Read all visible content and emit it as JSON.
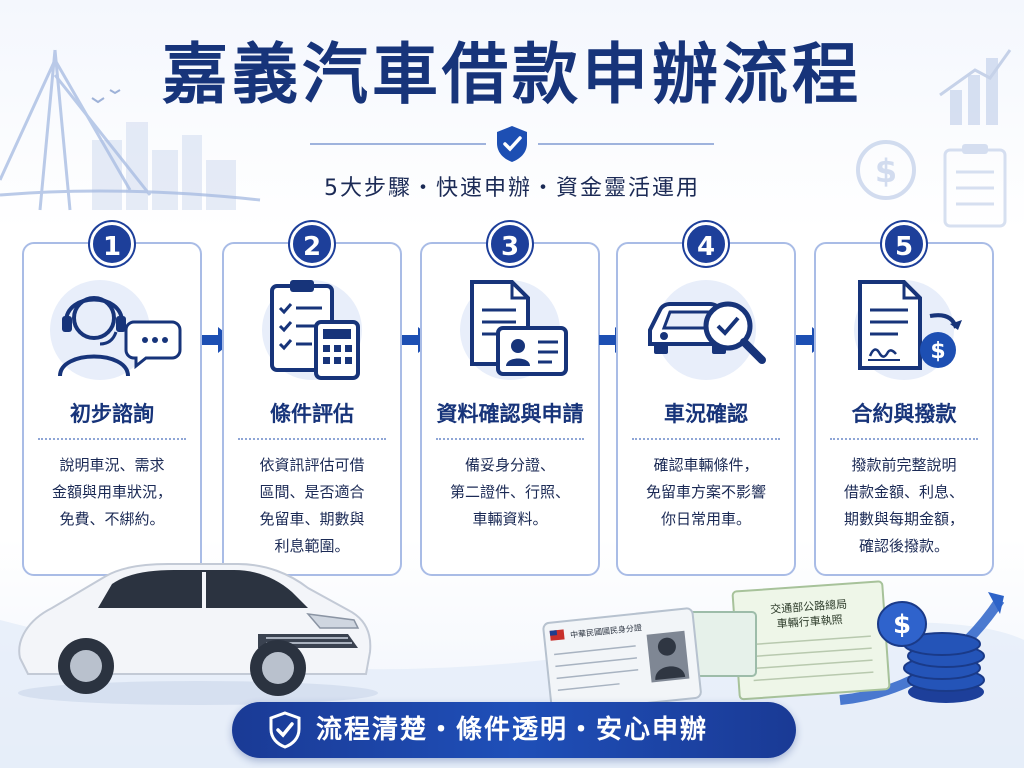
{
  "header": {
    "title": "嘉義汽車借款申辦流程",
    "subtitle": "5大步驟・快速申辦・資金靈活運用"
  },
  "steps": [
    {
      "number": "1",
      "title": "初步諮詢",
      "desc": [
        "說明車況、需求",
        "金額與用車狀況，",
        "免費、不綁約。"
      ],
      "icon": "headset-agent-icon"
    },
    {
      "number": "2",
      "title": "條件評估",
      "desc": [
        "依資訊評估可借",
        "區間、是否適合",
        "免留車、期數與",
        "利息範圍。"
      ],
      "icon": "checklist-calculator-icon"
    },
    {
      "number": "3",
      "title": "資料確認與申請",
      "desc": [
        "備妥身分證、",
        "第二證件、行照、",
        "車輛資料。"
      ],
      "icon": "document-id-card-icon"
    },
    {
      "number": "4",
      "title": "車況確認",
      "desc": [
        "確認車輛條件，",
        "免留車方案不影響",
        "你日常用車。"
      ],
      "icon": "car-magnifier-icon"
    },
    {
      "number": "5",
      "title": "合約與撥款",
      "desc": [
        "撥款前完整說明",
        "借款金額、利息、",
        "期數與每期金額，",
        "確認後撥款。"
      ],
      "icon": "contract-money-icon"
    }
  ],
  "docs": {
    "id_card_title": "中華民國國民身分證",
    "license_title": "交通部公路總局",
    "license_subtitle": "車輛行車執照"
  },
  "footer": {
    "banner": "流程清楚・條件透明・安心申辦"
  },
  "colors": {
    "primary": "#17347a",
    "accent": "#1d3f9a",
    "border": "#a9bce6",
    "banner": "#1f4fb8"
  }
}
